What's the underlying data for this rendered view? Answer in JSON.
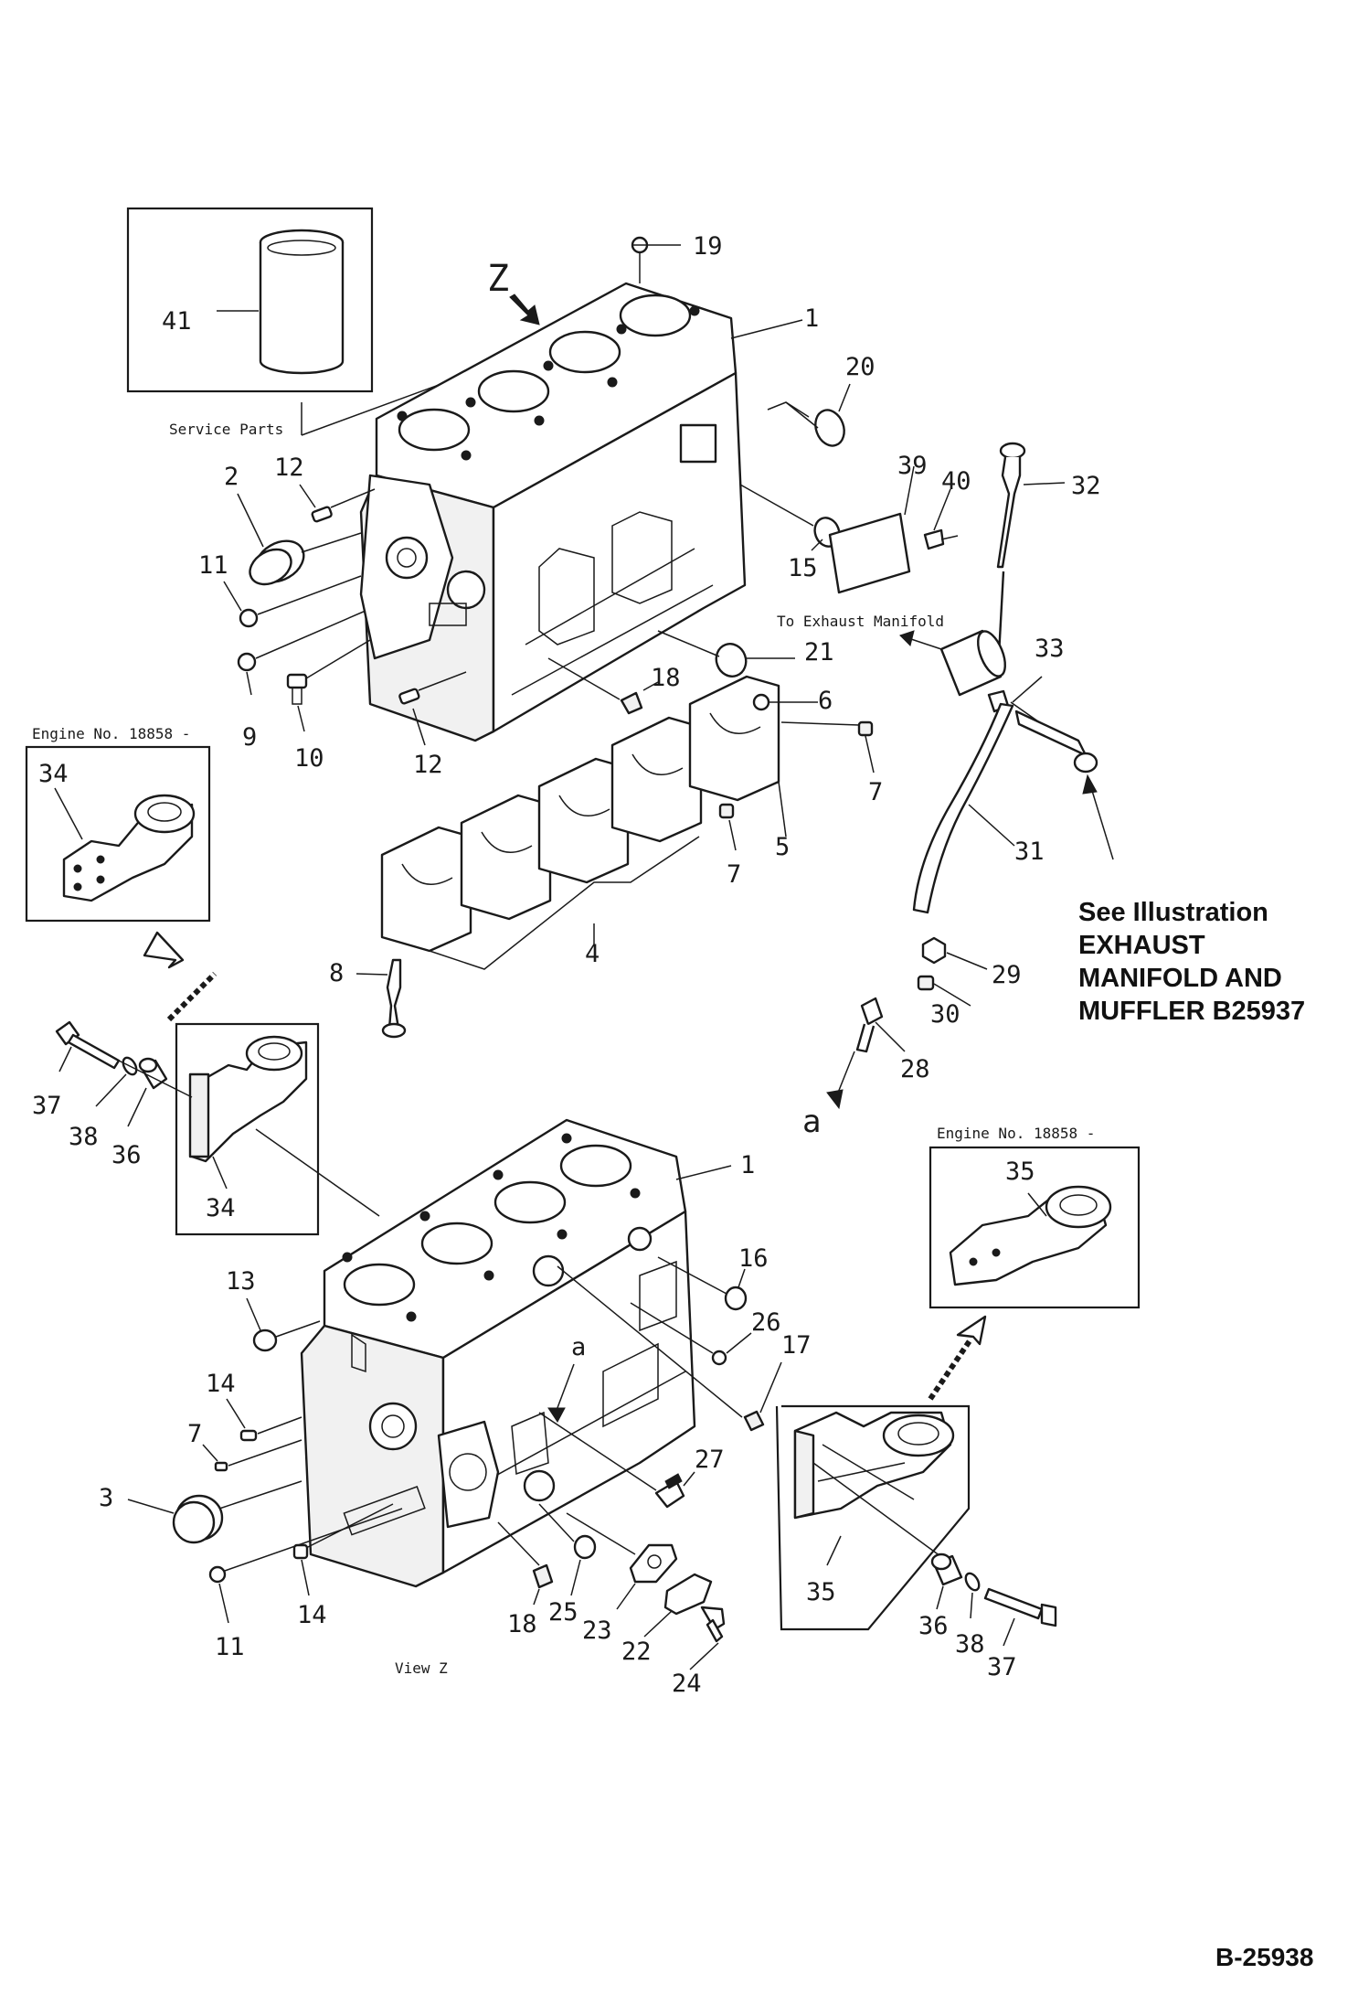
{
  "diagram": {
    "drawing_number": "B-25938",
    "service_parts_label": "Service Parts",
    "z_marker": "Z",
    "view_label": "View Z",
    "exhaust_note": "To Exhaust Manifold",
    "engine_no_left": "Engine No. 18858 -",
    "engine_no_right": "Engine No. 18858 -",
    "see_illustration": [
      "See Illustration",
      "EXHAUST",
      "MANIFOLD AND",
      "MUFFLER B25937"
    ],
    "arrow_letter": "a",
    "top_callouts": {
      "c41": "41",
      "c19": "19",
      "c1": "1",
      "c20": "20",
      "c2": "2",
      "c12a": "12",
      "c39": "39",
      "c40": "40",
      "c32": "32",
      "c11": "11",
      "c15": "15",
      "c21": "21",
      "c33": "33",
      "c18": "18",
      "c6": "6",
      "c9": "9",
      "c10": "10",
      "c12b": "12",
      "c7a": "7",
      "c7b": "7",
      "c5": "5",
      "c31": "31",
      "c34": "34",
      "c4": "4",
      "c8": "8",
      "c29": "29",
      "c30": "30",
      "c28": "28"
    },
    "bottom_callouts": {
      "c37a": "37",
      "c38a": "38",
      "c36a": "36",
      "c34b": "34",
      "c1b": "1",
      "c35a": "35",
      "c16": "16",
      "c13": "13",
      "c26": "26",
      "c17": "17",
      "c14a": "14",
      "c7c": "7",
      "c3": "3",
      "c27": "27",
      "c35b": "35",
      "c14b": "14",
      "c11b": "11",
      "c18b": "18",
      "c25": "25",
      "c23": "23",
      "c22": "22",
      "c24": "24",
      "c36b": "36",
      "c38b": "38",
      "c37b": "37"
    }
  }
}
